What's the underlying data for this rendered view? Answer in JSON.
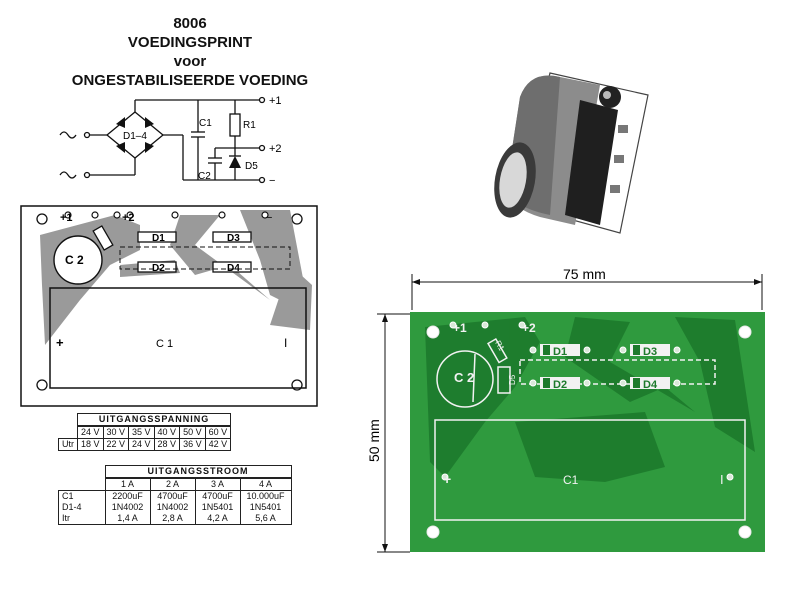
{
  "title": {
    "code": "8006",
    "line1": "VOEDINGSPRINT",
    "line2": "voor",
    "line3": "ONGESTABILISEERDE VOEDING"
  },
  "schematic": {
    "bridge": "D1–4",
    "c1": "C1",
    "c2": "C2",
    "r1": "R1",
    "d5": "D5",
    "out1": "+1",
    "out2": "+2",
    "gnd": "−"
  },
  "pcb_drawing": {
    "plus1": "+1",
    "plus2": "+2",
    "c2": "C 2",
    "d1": "D1",
    "d2": "D2",
    "d3": "D3",
    "d4": "D4",
    "c1": "C 1",
    "plus": "+",
    "minus": "−",
    "bar": "I"
  },
  "table_voltage": {
    "header": "UITGANGSSPANNING",
    "row1": [
      "24 V",
      "30 V",
      "35 V",
      "40 V",
      "50 V",
      "60 V"
    ],
    "row_label": "Utr",
    "row2": [
      "18 V",
      "22 V",
      "24 V",
      "28 V",
      "36 V",
      "42 V"
    ]
  },
  "table_current": {
    "header": "UITGANGSSTROOM",
    "currents": [
      "1 A",
      "2 A",
      "3 A",
      "4 A"
    ],
    "labels": [
      "C1",
      "D1-4",
      "Itr"
    ],
    "col1": [
      "2200uF",
      "1N4002",
      "1,4 A"
    ],
    "col2": [
      "4700uF",
      "1N4002",
      "2,8 A"
    ],
    "col3": [
      "4700uF",
      "1N5401",
      "4,2 A"
    ],
    "col4": [
      "10.000uF",
      "1N5401",
      "5,6 A"
    ]
  },
  "photo_board": {
    "width_label": "75 mm",
    "height_label": "50 mm",
    "plus1": "+1",
    "plus2": "+2",
    "c2": "C 2",
    "d1": "D1",
    "d2": "D2",
    "d3": "D3",
    "d4": "D4",
    "c1": "C1",
    "plus": "+",
    "bar": "I",
    "d5": "D5",
    "r1": "R1"
  },
  "colors": {
    "board_green": "#2f9a3e",
    "board_dark": "#1d7a2c",
    "trace_white": "#f2f2f2"
  }
}
